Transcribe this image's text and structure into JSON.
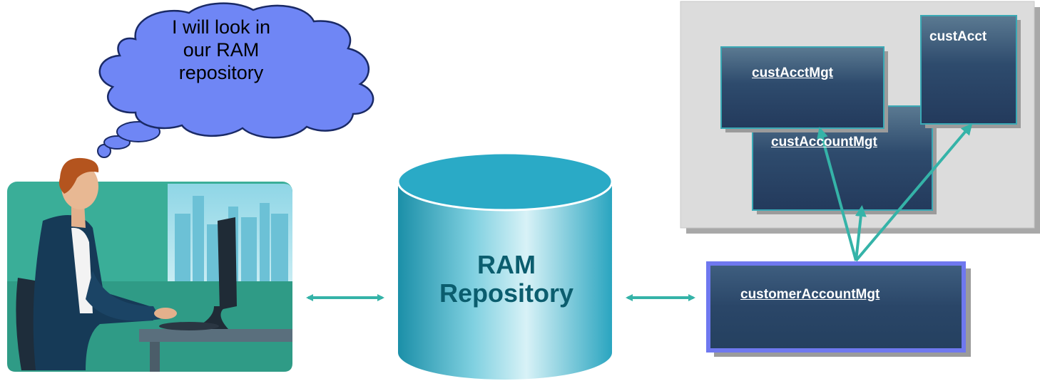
{
  "thought_bubble": {
    "lines": [
      "I will look in",
      "our RAM",
      "repository"
    ]
  },
  "repository": {
    "lines": [
      "RAM",
      "Repository"
    ]
  },
  "components": {
    "cust_acct_mgt": "custAcctMgt",
    "cust_acct": "custAcct",
    "cust_account_mgt": "custAccountMgt",
    "customer_account_mgt": "customerAccountMgt"
  },
  "colors": {
    "bubble_fill": "#6f86f5",
    "repository_fill": "#2aaac6",
    "repository_text": "#0b5d6e",
    "box_fill": "#2d4a6f",
    "box_border": "#3aa9b5",
    "selected_border": "#6f78ef",
    "panel_fill": "#dcdcdc",
    "arrow": "#35b3a8"
  }
}
